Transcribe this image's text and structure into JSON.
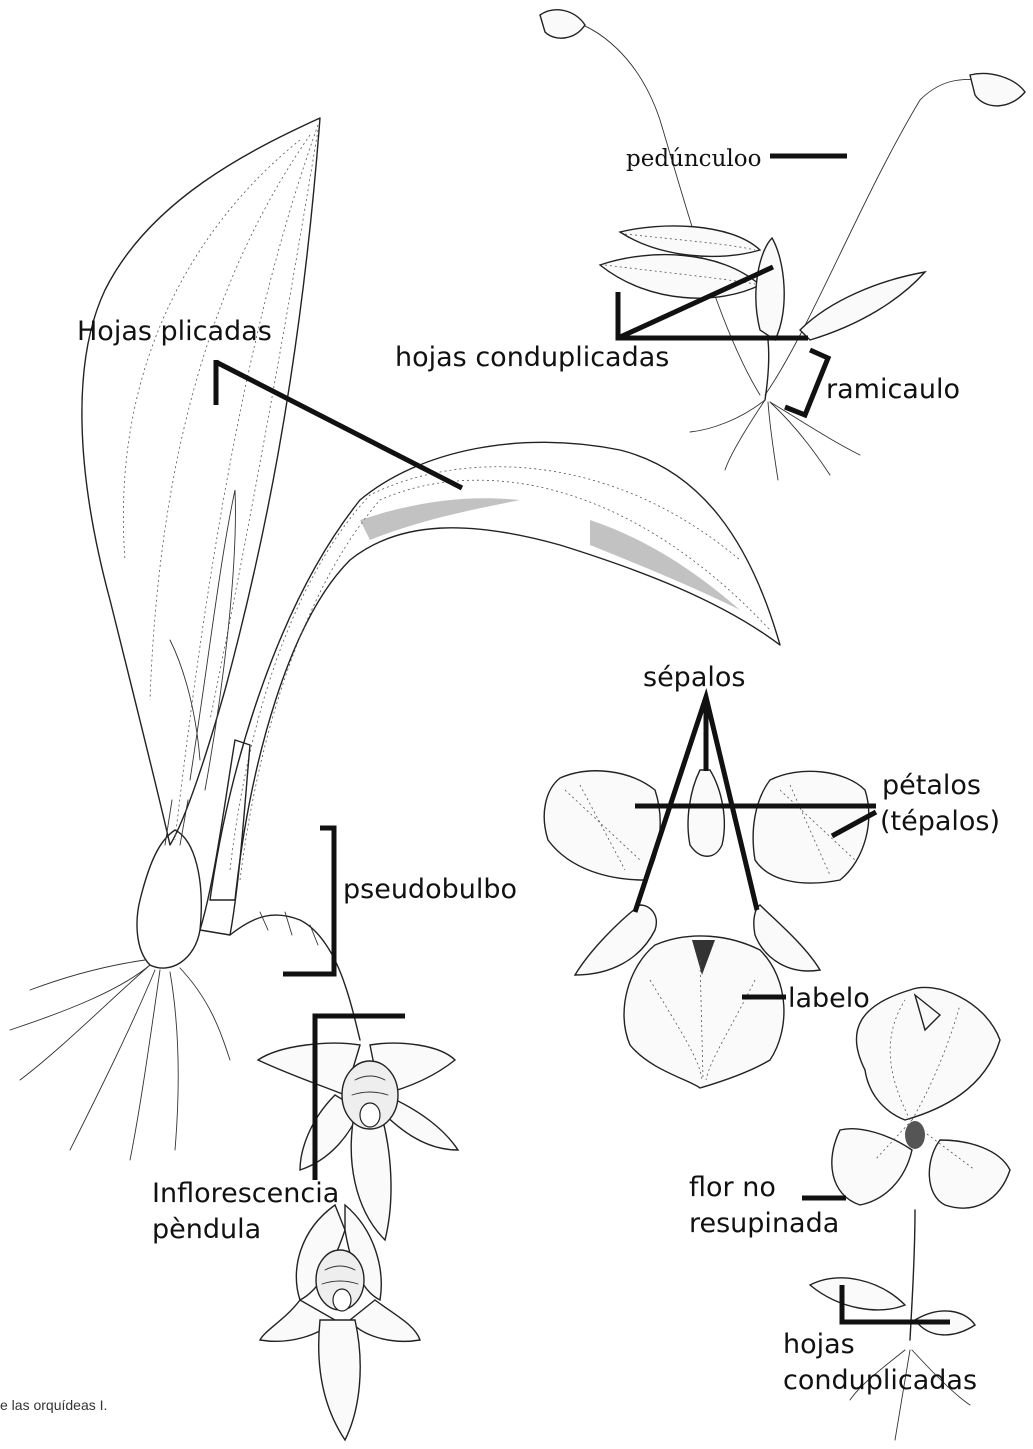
{
  "labels": {
    "pedunculo": "pedúnculoo",
    "hojas_plicadas": "Hojas plicadas",
    "hojas_conduplicadas_top": "hojas conduplicadas",
    "ramicaulo": "ramicaulo",
    "sepalos": "sépalos",
    "petalos_line1": "pétalos",
    "petalos_line2": "(tépalos)",
    "pseudobulbo": "pseudobulbo",
    "labelo": "labelo",
    "inflorescencia_line1": "Inflorescencia",
    "inflorescencia_line2": "pèndula",
    "flor_line1": "flor no",
    "flor_line2": "resupinada",
    "hojas_bottom_line1": "hojas",
    "hojas_bottom_line2": "conduplicadas"
  },
  "caption": "e las orquídeas I.",
  "illustrations": [
    "plicate-leaf-orchid",
    "conduplicate-leaf-orchid",
    "flower-dissection",
    "pendulous-inflorescence",
    "non-resupinate-flower-plant"
  ]
}
